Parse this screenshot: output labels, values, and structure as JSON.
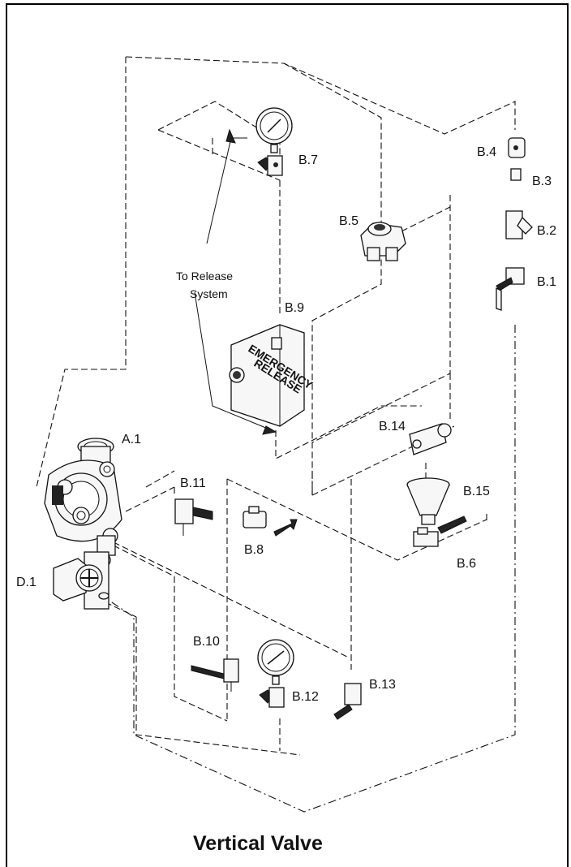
{
  "title": "Vertical Valve",
  "note": "To Release\nSystem",
  "note_lines": [
    "To Release",
    "System"
  ],
  "labels": {
    "A1": "A.1",
    "B1": "B.1",
    "B2": "B.2",
    "B3": "B.3",
    "B4": "B.4",
    "B5": "B.5",
    "B6": "B.6",
    "B7": "B.7",
    "B8": "B.8",
    "B9": "B.9",
    "B10": "B.10",
    "B11": "B.11",
    "B12": "B.12",
    "B13": "B.13",
    "B14": "B.14",
    "B15": "B.15",
    "D1": "D.1"
  },
  "emergency_box": [
    "EMERGENCY",
    "RELEASE"
  ]
}
